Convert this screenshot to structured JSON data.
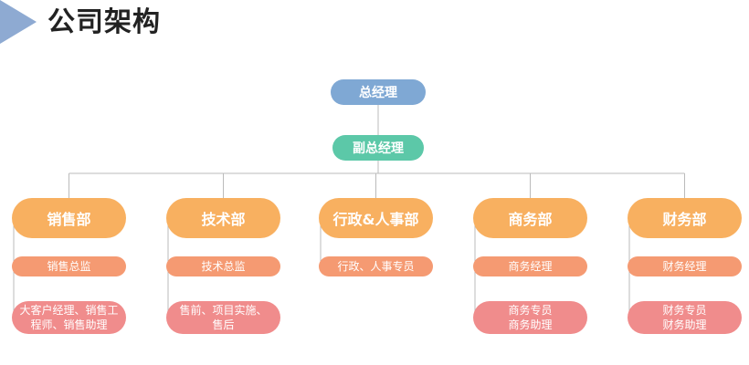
{
  "title": "公司架构",
  "colors": {
    "accent": "#8EAAD2",
    "gm": "#7FA8D4",
    "deputy": "#5CC8A8",
    "dept": "#F8B060",
    "manager": "#F59A72",
    "staff": "#F08C8C",
    "line": "#BBBBBB"
  },
  "org": {
    "general_manager": "总经理",
    "deputy_manager": "副总经理",
    "departments": [
      {
        "name": "销售部",
        "roles": [
          "销售总监",
          "大客户经理、销售工\n程师、销售助理"
        ]
      },
      {
        "name": "技术部",
        "roles": [
          "技术总监",
          "售前、项目实施、\n售后"
        ]
      },
      {
        "name": "行政&人事部",
        "roles": [
          "行政、人事专员"
        ]
      },
      {
        "name": "商务部",
        "roles": [
          "商务经理",
          "商务专员\n商务助理"
        ]
      },
      {
        "name": "财务部",
        "roles": [
          "财务经理",
          "财务专员\n财务助理"
        ]
      }
    ]
  }
}
